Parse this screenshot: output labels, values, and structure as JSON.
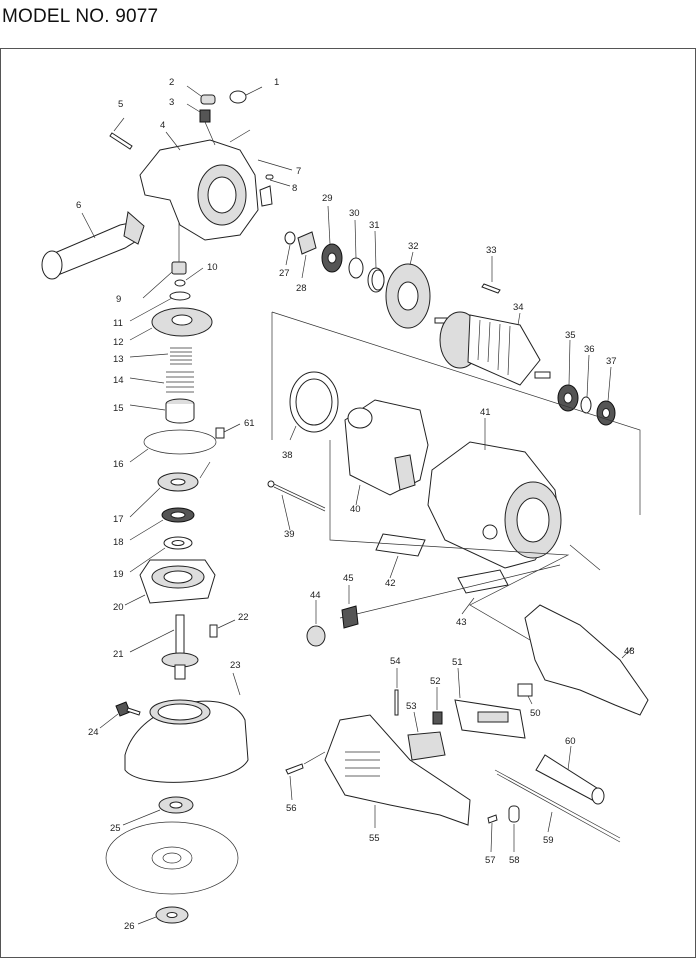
{
  "header": {
    "title": "MODEL NO. 9077"
  },
  "parts": [
    "1",
    "2",
    "3",
    "4",
    "5",
    "6",
    "7",
    "8",
    "9",
    "10",
    "11",
    "12",
    "13",
    "14",
    "15",
    "16",
    "17",
    "18",
    "19",
    "20",
    "21",
    "22",
    "23",
    "24",
    "25",
    "26",
    "27",
    "28",
    "29",
    "30",
    "31",
    "32",
    "33",
    "34",
    "35",
    "36",
    "37",
    "38",
    "39",
    "40",
    "41",
    "42",
    "43",
    "44",
    "45",
    "48",
    "50",
    "51",
    "52",
    "53",
    "54",
    "55",
    "56",
    "57",
    "58",
    "59",
    "60",
    "61"
  ]
}
